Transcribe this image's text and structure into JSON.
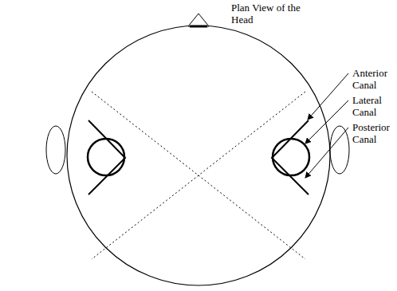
{
  "diagram": {
    "title": "Plan View of the Head",
    "labels": [
      "Anterior Canal",
      "Lateral Canal",
      "Posterior Canal"
    ]
  }
}
